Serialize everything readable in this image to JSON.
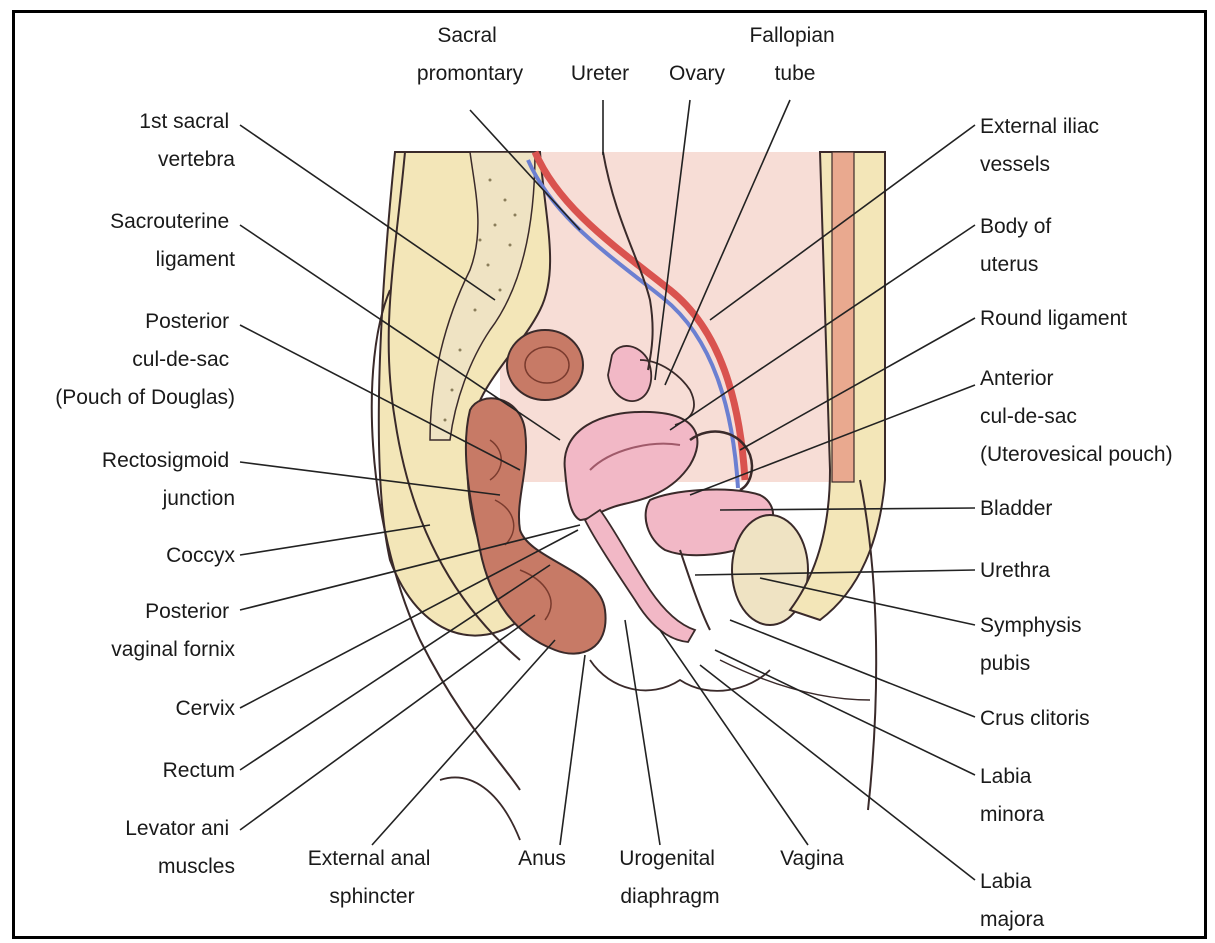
{
  "colors": {
    "background": "#ffffff",
    "skin_outline": "#3a2a2a",
    "pelvic_cavity": "#f7ddd6",
    "fat_layer": "#f3e6b8",
    "bone": "#efe3c3",
    "rectum": "#c77a66",
    "uterus": "#f2b8c6",
    "artery": "#d9534f",
    "vein": "#6b7fd1",
    "abdominal_wall": "#e9a98f"
  },
  "labels": {
    "sacral_promontary": [
      "Sacral",
      "promontary"
    ],
    "ureter": [
      "Ureter"
    ],
    "ovary": [
      "Ovary"
    ],
    "fallopian_tube": [
      "Fallopian",
      "tube"
    ],
    "first_sacral_vertebra": [
      "1st sacral",
      "vertebra"
    ],
    "sacrouterine_ligament": [
      "Sacrouterine",
      "ligament"
    ],
    "posterior_cul_de_sac": [
      "Posterior",
      "cul-de-sac",
      "(Pouch of Douglas)"
    ],
    "rectosigmoid_junction": [
      "Rectosigmoid",
      "junction"
    ],
    "coccyx": [
      "Coccyx"
    ],
    "posterior_vaginal_fornix": [
      "Posterior",
      "vaginal fornix"
    ],
    "cervix": [
      "Cervix"
    ],
    "rectum": [
      "Rectum"
    ],
    "levator_ani": [
      "Levator ani",
      "muscles"
    ],
    "external_anal_sphincter": [
      "External anal",
      "sphincter"
    ],
    "anus": [
      "Anus"
    ],
    "urogenital_diaphragm": [
      "Urogenital",
      "diaphragm"
    ],
    "vagina": [
      "Vagina"
    ],
    "external_iliac_vessels": [
      "External iliac",
      "vessels"
    ],
    "body_of_uterus": [
      "Body of",
      "uterus"
    ],
    "round_ligament": [
      "Round ligament"
    ],
    "anterior_cul_de_sac": [
      "Anterior",
      "cul-de-sac",
      "(Uterovesical pouch)"
    ],
    "bladder": [
      "Bladder"
    ],
    "urethra": [
      "Urethra"
    ],
    "symphysis_pubis": [
      "Symphysis",
      "pubis"
    ],
    "crus_clitoris": [
      "Crus clitoris"
    ],
    "labia_minora": [
      "Labia",
      "minora"
    ],
    "labia_majora": [
      "Labia",
      "majora"
    ]
  }
}
